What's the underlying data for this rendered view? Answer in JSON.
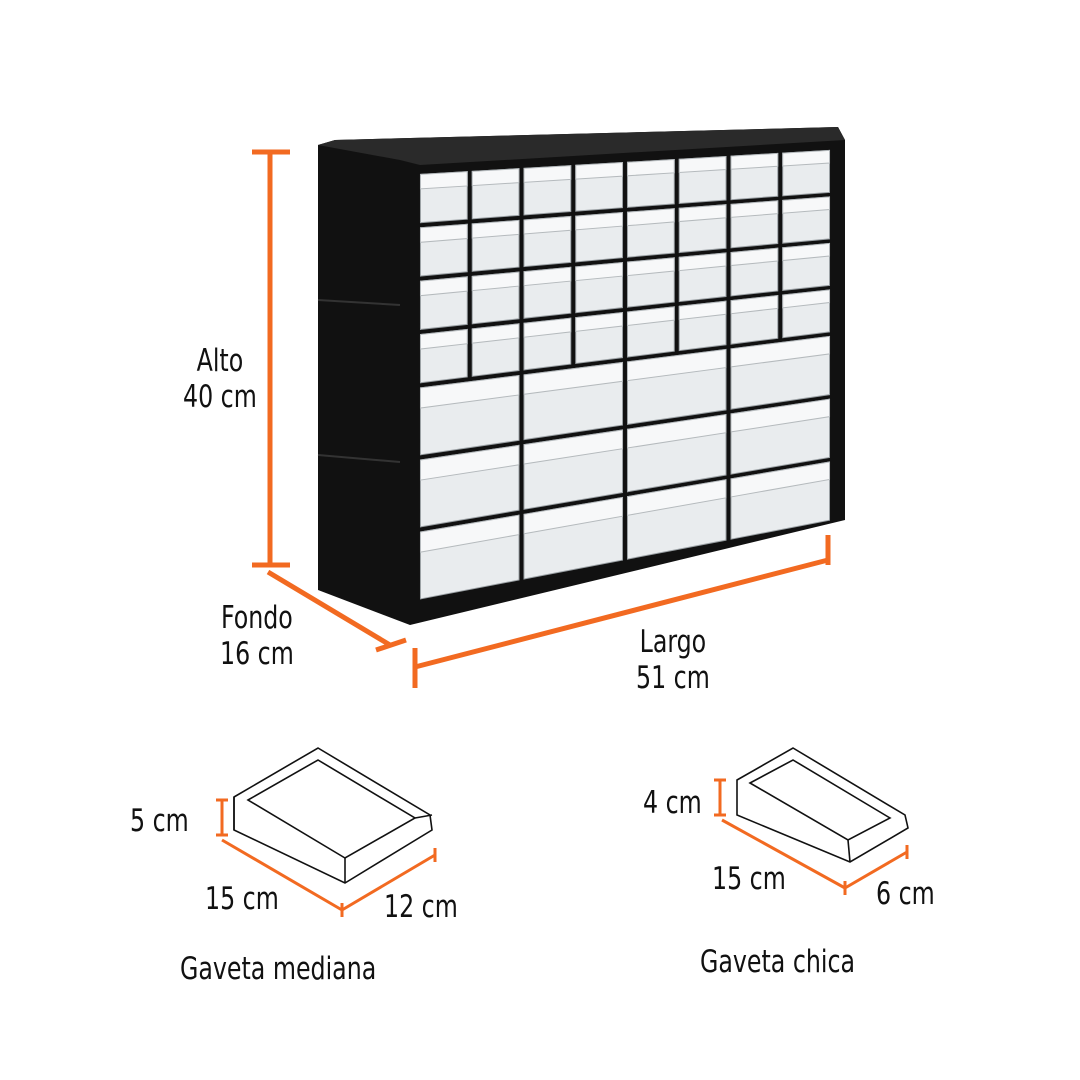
{
  "colors": {
    "accent": "#f26a21",
    "cabinet": "#111111",
    "drawer": "#e9ecee"
  },
  "cabinet": {
    "rows_small": 4,
    "cols_small": 8,
    "rows_medium": 3,
    "cols_medium": 4,
    "height_label": "Alto",
    "height_value": "40 cm",
    "depth_label": "Fondo",
    "depth_value": "16 cm",
    "length_label": "Largo",
    "length_value": "51 cm"
  },
  "drawer_medium": {
    "title": "Gaveta mediana",
    "height": "5 cm",
    "length": "15 cm",
    "width": "12 cm"
  },
  "drawer_small": {
    "title": "Gaveta chica",
    "height": "4 cm",
    "length": "15 cm",
    "width": "6 cm"
  }
}
